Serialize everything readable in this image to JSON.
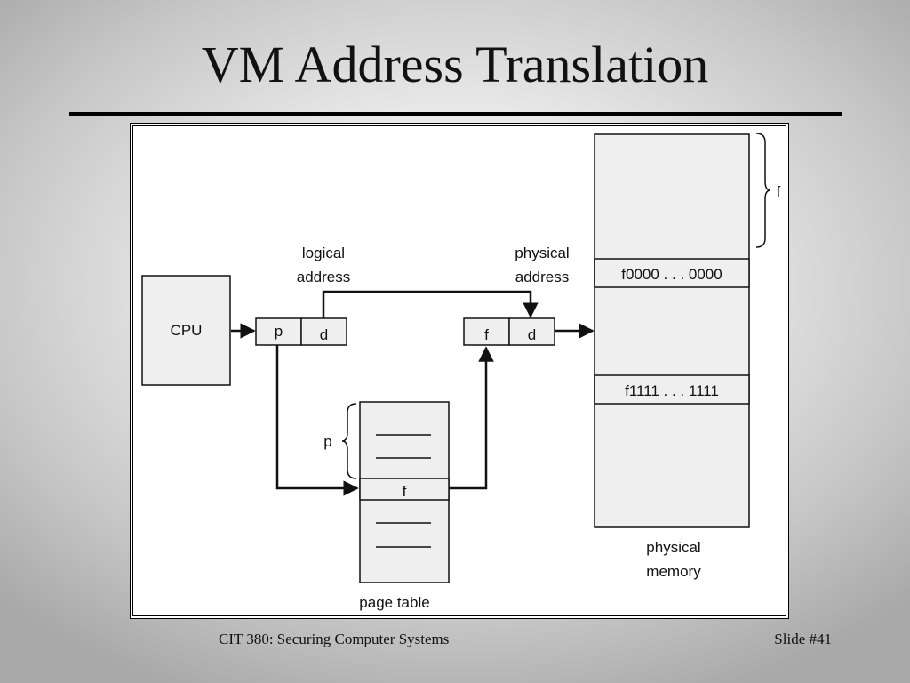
{
  "slide": {
    "title": "VM Address Translation",
    "footer_left": "CIT 380: Securing Computer Systems",
    "footer_right": "Slide #41"
  },
  "diagram": {
    "cpu_label": "CPU",
    "logical_address": {
      "line1": "logical",
      "line2": "address",
      "page_field": "p",
      "offset_field": "d"
    },
    "physical_address": {
      "line1": "physical",
      "line2": "address",
      "frame_field": "f",
      "offset_field": "d"
    },
    "page_table": {
      "label": "page table",
      "index_label": "p",
      "entry_label": "f"
    },
    "physical_memory": {
      "line1": "physical",
      "line2": "memory",
      "frame_start": "f0000 . . . 0000",
      "frame_end": "f1111 . . . 1111",
      "frame_brace_label": "f"
    }
  },
  "colors": {
    "box_fill": "#efefef",
    "stroke": "#111111",
    "background": "#ffffff"
  }
}
